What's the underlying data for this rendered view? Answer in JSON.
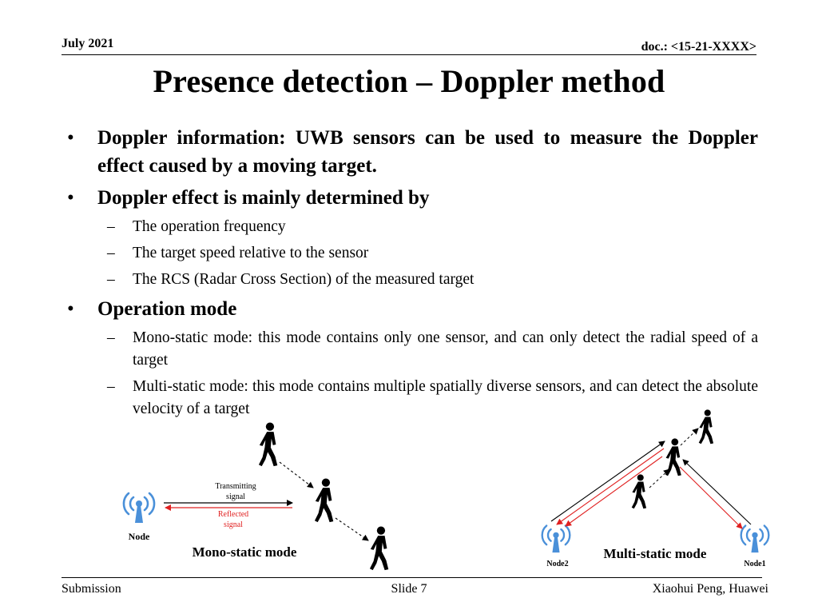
{
  "header": {
    "date": "July 2021",
    "doc": "doc.: <15-21-XXXX>"
  },
  "title": "Presence detection – Doppler method",
  "bullets": {
    "b1": "Doppler information: UWB sensors can be used to measure the Doppler effect caused by a moving target.",
    "b2": "Doppler effect is mainly determined by",
    "b2_subs": [
      "The operation frequency",
      "The target speed relative to the sensor",
      "The RCS (Radar Cross Section) of the measured target"
    ],
    "b3": "Operation mode",
    "b3_subs": [
      "Mono-static mode: this mode contains only one sensor, and can only detect the radial speed of a target",
      "Multi-static mode: this mode contains multiple spatially diverse sensors, and can detect the absolute velocity of a target"
    ]
  },
  "mono": {
    "tx_line1": "Transmitting",
    "tx_line2": "signal",
    "rx_line1": "Reflected",
    "rx_line2": "signal",
    "node": "Node",
    "caption": "Mono-static mode",
    "tx_color": "#000000",
    "rx_color": "#e02020"
  },
  "multi": {
    "caption": "Multi-static mode",
    "node1": "Node1",
    "node2": "Node2"
  },
  "icons": {
    "sensor": "wifi-antenna-icon",
    "person": "walking-person-icon"
  },
  "colors": {
    "antenna": "#4a90d9",
    "reflected": "#e02020"
  },
  "footer": {
    "left": "Submission",
    "center": "Slide 7",
    "right": "Xiaohui Peng, Huawei"
  }
}
